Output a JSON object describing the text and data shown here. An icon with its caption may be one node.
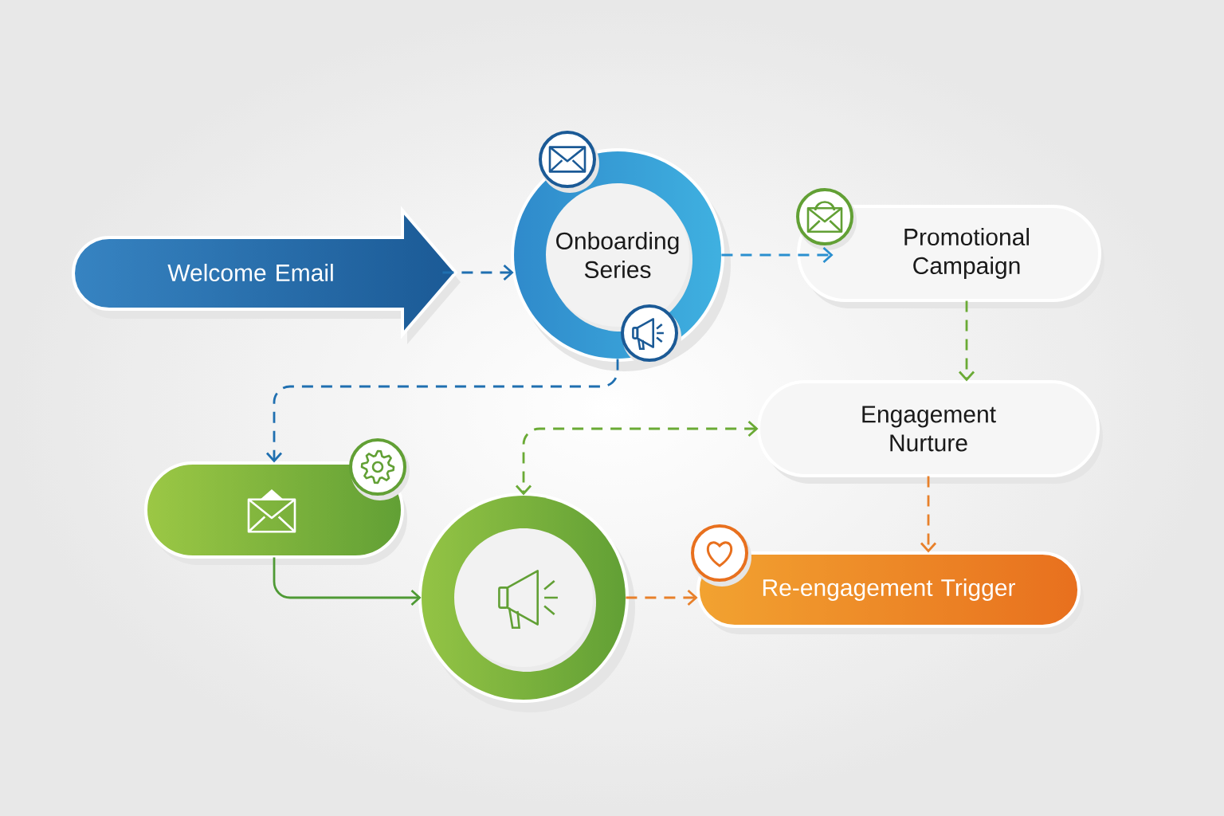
{
  "diagram": {
    "nodes": [
      {
        "text": [
          "Welcome Email"
        ]
      },
      {
        "text": [
          "Onboarding Series"
        ]
      },
      {
        "text": [
          "Promotional Campaign"
        ]
      },
      {
        "text": [
          "Engagement Nurture"
        ]
      },
      {
        "text": [],
        "shape": "box"
      },
      {
        "text": [],
        "shape": "circle"
      },
      {
        "text": [
          "Re-engagement Trigger"
        ]
      }
    ],
    "edges": [
      {
        "from": 0,
        "to": 1,
        "arrow": "to",
        "style": "dashed",
        "color": "#1f6fb0"
      },
      {
        "from": 1,
        "to": 2,
        "arrow": "to",
        "style": "dashed",
        "color": "#2a8fcf"
      },
      {
        "from": 2,
        "to": 3,
        "arrow": "to",
        "style": "dashed",
        "color": "#6aaa35"
      },
      {
        "from": 3,
        "to": 6,
        "arrow": "to",
        "style": "dashed",
        "color": "#e8802a"
      },
      {
        "from": 1,
        "to": 4,
        "arrow": "to",
        "style": "dashed",
        "color": "#1f6fb0"
      },
      {
        "from": 3,
        "to": 5,
        "arrow": "both",
        "style": "dashed",
        "color": "#6aaa35"
      },
      {
        "from": 4,
        "to": 5,
        "arrow": "to",
        "color": "#4f9a35"
      },
      {
        "from": 5,
        "to": 6,
        "arrow": "to",
        "style": "dashed",
        "color": "#e8802a"
      }
    ]
  }
}
